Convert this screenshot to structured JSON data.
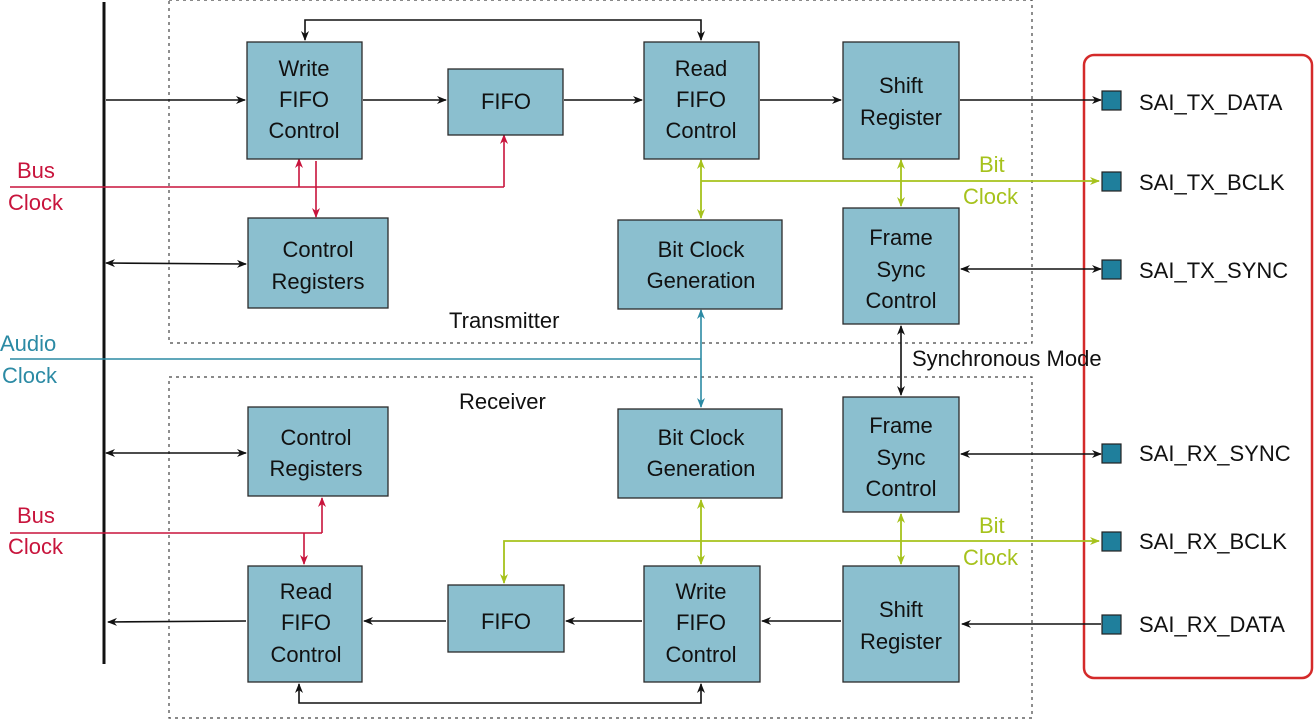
{
  "diagram": {
    "transmitter": {
      "label": "Transmitter",
      "write_fifo_control": [
        "Write",
        "FIFO",
        "Control"
      ],
      "fifo": [
        "FIFO"
      ],
      "read_fifo_control": [
        "Read",
        "FIFO",
        "Control"
      ],
      "shift_register": [
        "Shift",
        "Register"
      ],
      "control_registers": [
        "Control",
        "Registers"
      ],
      "bit_clock_generation": [
        "Bit Clock",
        "Generation"
      ],
      "frame_sync_control": [
        "Frame",
        "Sync",
        "Control"
      ]
    },
    "receiver": {
      "label": "Receiver",
      "control_registers": [
        "Control",
        "Registers"
      ],
      "bit_clock_generation": [
        "Bit Clock",
        "Generation"
      ],
      "frame_sync_control": [
        "Frame",
        "Sync",
        "Control"
      ],
      "read_fifo_control": [
        "Read",
        "FIFO",
        "Control"
      ],
      "fifo": [
        "FIFO"
      ],
      "write_fifo_control": [
        "Write",
        "FIFO",
        "Control"
      ],
      "shift_register": [
        "Shift",
        "Register"
      ]
    },
    "signals": {
      "bus_clock_top": [
        "Bus",
        "Clock"
      ],
      "bus_clock_bottom": [
        "Bus",
        "Clock"
      ],
      "audio_clock": [
        "Audio",
        "Clock"
      ],
      "bit_clock_tx": [
        "Bit",
        "Clock"
      ],
      "bit_clock_rx": [
        "Bit",
        "Clock"
      ],
      "synchronous_mode": "Synchronous Mode"
    },
    "pins": [
      "SAI_TX_DATA",
      "SAI_TX_BCLK",
      "SAI_TX_SYNC",
      "SAI_RX_SYNC",
      "SAI_RX_BCLK",
      "SAI_RX_DATA"
    ],
    "colors": {
      "block_fill": "#8bbfcf",
      "bus_clock": "#c8143c",
      "bit_clock": "#a6c21c",
      "audio_clock": "#2b8aa4",
      "pin_group_border": "#d42a2a",
      "pin_fill": "#1f7f9c"
    }
  }
}
